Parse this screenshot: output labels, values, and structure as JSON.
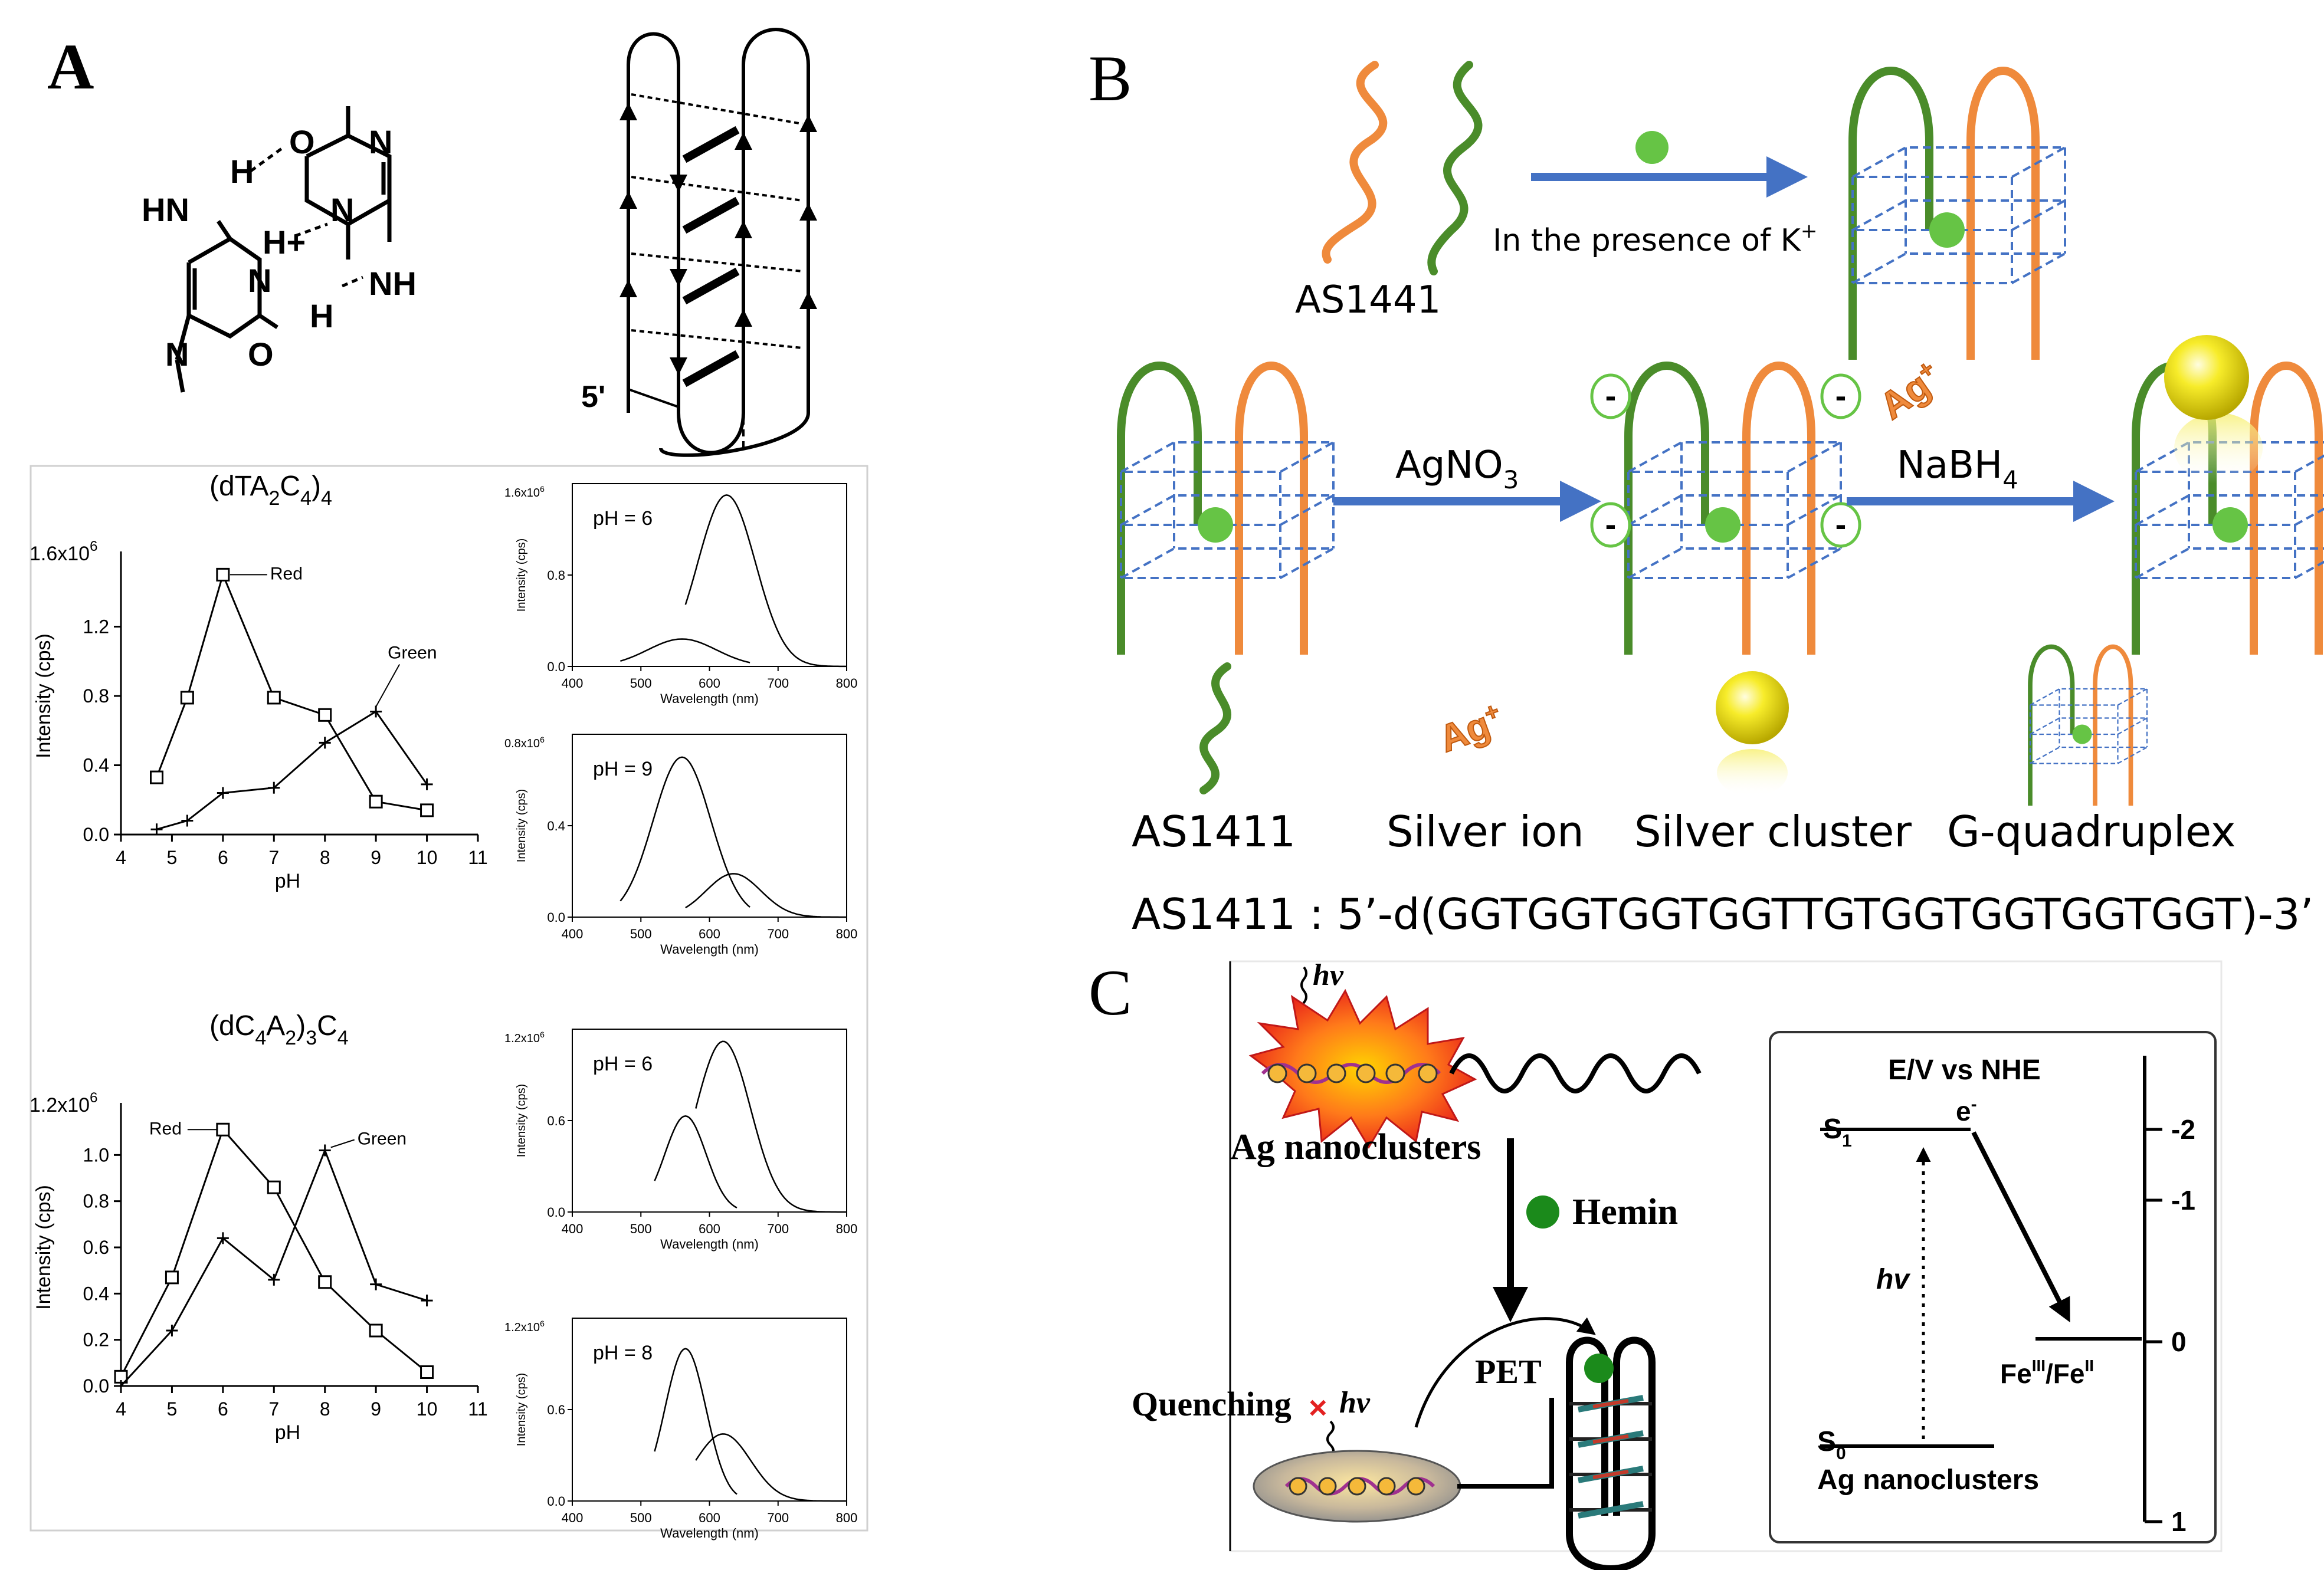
{
  "panels": {
    "a": "A",
    "b": "B",
    "c": "C"
  },
  "panel_a": {
    "molecule": {
      "atoms": [
        "HN",
        "H",
        "O",
        "N",
        "H+",
        "N",
        "N",
        "NH",
        "H",
        "O",
        "N"
      ],
      "labels": [
        "HN",
        "H",
        "O",
        "N",
        "H",
        "+",
        "N",
        "N",
        "NH",
        "H",
        "O",
        "N"
      ]
    },
    "imotif": {
      "five_prime": "5'"
    },
    "charts": [
      {
        "type": "line",
        "title_parts": [
          "(dTA",
          "2",
          "C",
          "4",
          ")",
          "4"
        ],
        "xlabel": "pH",
        "ylabel": "Intensity (cps)",
        "ymax_label": "1.6x10",
        "ymax_exp": "6",
        "yticks": [
          "0.0",
          "0.4",
          "0.8",
          "1.2"
        ],
        "xticks": [
          "4",
          "5",
          "6",
          "7",
          "8",
          "9",
          "10",
          "11"
        ],
        "xlim": [
          4,
          11
        ],
        "ylim": [
          0,
          1.6
        ],
        "series": [
          {
            "name": "Red",
            "marker": "square",
            "x": [
              4.7,
              5.3,
              6,
              7,
              8,
              9,
              10
            ],
            "y": [
              0.33,
              0.79,
              1.5,
              0.79,
              0.69,
              0.19,
              0.14
            ]
          },
          {
            "name": "Green",
            "marker": "plus",
            "x": [
              4.7,
              5.3,
              6,
              7,
              8,
              9,
              10
            ],
            "y": [
              0.03,
              0.08,
              0.24,
              0.27,
              0.53,
              0.71,
              0.29
            ]
          }
        ],
        "annotations": [
          {
            "text": "Red",
            "x": 6,
            "y": 1.5
          },
          {
            "text": "Green",
            "x": 9,
            "y": 0.71
          }
        ]
      },
      {
        "type": "line",
        "title_parts": [
          "(dC",
          "4",
          "A",
          "2",
          ")",
          "3",
          "C",
          "4"
        ],
        "xlabel": "pH",
        "ylabel": "Intensity (cps)",
        "ymax_label": "1.2x10",
        "ymax_exp": "6",
        "yticks": [
          "0.0",
          "0.2",
          "0.4",
          "0.6",
          "0.8",
          "1.0"
        ],
        "xticks": [
          "4",
          "5",
          "6",
          "7",
          "8",
          "9",
          "10",
          "11"
        ],
        "xlim": [
          4,
          11
        ],
        "ylim": [
          0,
          1.2
        ],
        "series": [
          {
            "name": "Red",
            "marker": "square",
            "x": [
              4,
              5,
              6,
              7,
              8,
              9,
              10
            ],
            "y": [
              0.04,
              0.47,
              1.11,
              0.86,
              0.45,
              0.24,
              0.06
            ]
          },
          {
            "name": "Green",
            "marker": "plus",
            "x": [
              4,
              5,
              6,
              7,
              8,
              9,
              10
            ],
            "y": [
              0.0,
              0.24,
              0.64,
              0.46,
              1.02,
              0.44,
              0.37
            ]
          }
        ],
        "annotations": [
          {
            "text": "Red",
            "x": 6,
            "y": 1.11
          },
          {
            "text": "Green",
            "x": 8,
            "y": 1.02
          }
        ]
      }
    ],
    "spectra": [
      {
        "label": "pH = 6",
        "ymax_label": "1.6x10",
        "ymax_exp": "6",
        "yticks": [
          "0.0",
          "0.8"
        ],
        "ylim": [
          0,
          1.6
        ],
        "xlabel": "Wavelength (nm)",
        "ylabel": "Intensity (cps)",
        "xticks": [
          "400",
          "500",
          "600",
          "700",
          "800"
        ],
        "xlim": [
          400,
          800
        ],
        "peaks": [
          {
            "center": 560,
            "height": 0.24,
            "width": 50,
            "from": 470,
            "to": 660
          },
          {
            "center": 625,
            "height": 1.5,
            "width": 42,
            "from": 565,
            "to": 800
          }
        ]
      },
      {
        "label": "pH = 9",
        "ymax_label": "0.8x10",
        "ymax_exp": "6",
        "yticks": [
          "0.0",
          "0.4"
        ],
        "ylim": [
          0,
          0.8
        ],
        "xlabel": "Wavelength (nm)",
        "ylabel": "Intensity (cps)",
        "xticks": [
          "400",
          "500",
          "600",
          "700",
          "800"
        ],
        "xlim": [
          400,
          800
        ],
        "peaks": [
          {
            "center": 560,
            "height": 0.7,
            "width": 42,
            "from": 470,
            "to": 660
          },
          {
            "center": 635,
            "height": 0.19,
            "width": 40,
            "from": 565,
            "to": 800
          }
        ]
      },
      {
        "label": "pH = 6",
        "ymax_label": "1.2x10",
        "ymax_exp": "6",
        "yticks": [
          "0.0",
          "0.6"
        ],
        "ylim": [
          0,
          1.2
        ],
        "xlabel": "Wavelength (nm)",
        "ylabel": "Intensity (cps)",
        "xticks": [
          "400",
          "500",
          "600",
          "700",
          "800"
        ],
        "xlim": [
          400,
          800
        ],
        "peaks": [
          {
            "center": 565,
            "height": 0.63,
            "width": 30,
            "from": 520,
            "to": 640
          },
          {
            "center": 620,
            "height": 1.12,
            "width": 40,
            "from": 580,
            "to": 800
          }
        ]
      },
      {
        "label": "pH = 8",
        "ymax_label": "1.2x10",
        "ymax_exp": "6",
        "yticks": [
          "0.0",
          "0.6"
        ],
        "ylim": [
          0,
          1.2
        ],
        "xlabel": "Wavelength (nm)",
        "ylabel": "Intensity (cps)",
        "xticks": [
          "400",
          "500",
          "600",
          "700",
          "800"
        ],
        "xlim": [
          400,
          800
        ],
        "peaks": [
          {
            "center": 565,
            "height": 1.0,
            "width": 30,
            "from": 520,
            "to": 640
          },
          {
            "center": 620,
            "height": 0.44,
            "width": 40,
            "from": 580,
            "to": 800
          }
        ]
      }
    ]
  },
  "panel_b": {
    "as1441_label": "AS1441",
    "k_label": "In the presence of K",
    "k_sup": "+",
    "agno3": {
      "main": "AgNO",
      "sub": "3"
    },
    "nabh4": {
      "main": "NaBH",
      "sub": "4"
    },
    "minus": "-",
    "ag_ion_text": "Ag",
    "ag_ion_sup": "+",
    "legend": [
      "AS1411",
      "Silver ion",
      "Silver cluster",
      "G-quadruplex"
    ],
    "sequence": "AS1411 : 5’-d(GGTGGTGGTGGTTGTGGTGGTGGTGGT)-3’",
    "colors": {
      "green_strand": "#4a8c2a",
      "orange_strand": "#ef8a3c",
      "arrow": "#4472c4",
      "dot": "#66c445"
    }
  },
  "panel_c": {
    "hv": "hv",
    "ag_nanoclusters": "Ag nanoclusters",
    "hemin": "Hemin",
    "pet": "PET",
    "quenching": "Quenching",
    "energy": {
      "title": "E/V vs NHE",
      "s1": "S",
      "s1_sub": "1",
      "s0": "S",
      "s0_sub": "0",
      "electron": "e",
      "electron_sup": "-",
      "ag_label": "Ag nanoclusters",
      "fe_parts": [
        "Fe",
        "III",
        "/Fe",
        "II"
      ],
      "ticks": [
        "-2",
        "-1",
        "0",
        "1"
      ]
    }
  }
}
